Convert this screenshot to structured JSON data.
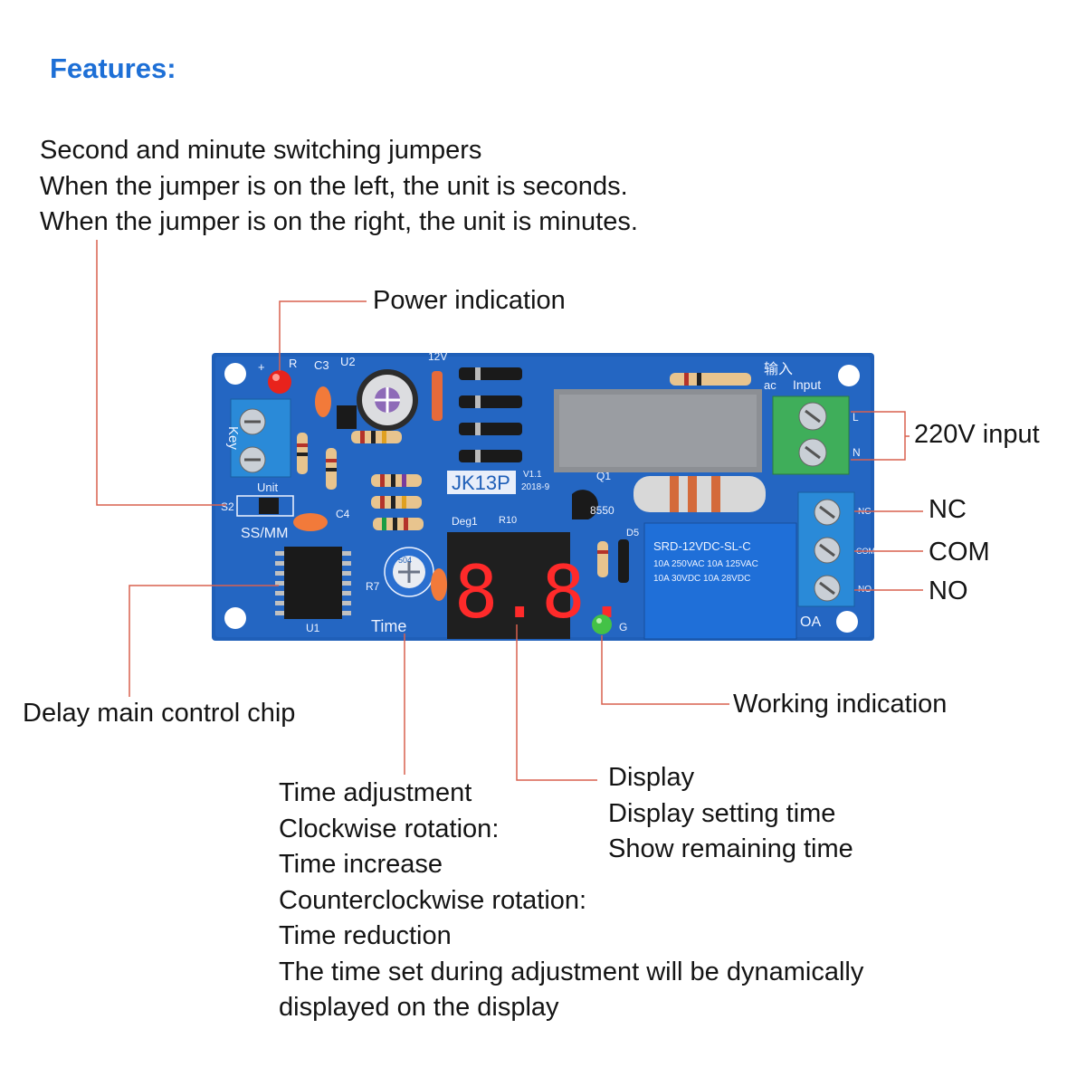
{
  "heading": "Features:",
  "jumper_note": {
    "lines": [
      "Second and minute switching jumpers",
      "When the jumper is on the left, the unit is seconds.",
      "When the jumper is on the right, the unit is minutes."
    ]
  },
  "callouts": {
    "power_indication": "Power indication",
    "input_220v": "220V input",
    "nc": "NC",
    "com": "COM",
    "no": "NO",
    "delay_chip": "Delay main control chip",
    "working_indication": "Working indication"
  },
  "display_note": {
    "lines": [
      "Display",
      "Display setting time",
      "Show remaining time"
    ]
  },
  "time_note": {
    "lines": [
      "Time adjustment",
      "Clockwise rotation:",
      "Time increase",
      "Counterclockwise rotation:",
      "Time reduction",
      "The time set during adjustment will be dynamically",
      "displayed on the display"
    ]
  },
  "board": {
    "model": "JK13P",
    "version": "V1.1",
    "date": "2018-9",
    "digits": "8.8.",
    "relay_lines": [
      "SRD-12VDC-SL-C",
      "10A 250VAC 10A 125VAC",
      "10A 30VDC 10A 28VDC"
    ],
    "silk": {
      "input_cn": "输入",
      "ac": "ac",
      "input": "Input",
      "key": "Key",
      "unit": "Unit",
      "ss_mm": "SS/MM",
      "time": "Time",
      "deg1": "Deg1",
      "u1": "U1",
      "u2": "U2",
      "r": "R",
      "c3": "C3",
      "c4": "C4",
      "r7": "R7",
      "r10": "R10",
      "q1": "Q1",
      "d5": "D5",
      "g": "G",
      "oa": "OA",
      "s2": "S2",
      "v12": "12V",
      "t8550": "8550",
      "plus": "+",
      "term_l": "L",
      "term_n": "N",
      "term_nc": "NC",
      "term_com": "COM",
      "term_no": "NO",
      "pot": "504"
    }
  },
  "colors": {
    "heading": "#1d6fd6",
    "pcb": "#1f5fb8",
    "leader_line": "#d9604f",
    "terminal_blue": "#2a8ad8",
    "terminal_green": "#3fae5a",
    "led_red": "#e8231c",
    "led_green": "#43c247",
    "display_red": "#ff2a2a"
  }
}
